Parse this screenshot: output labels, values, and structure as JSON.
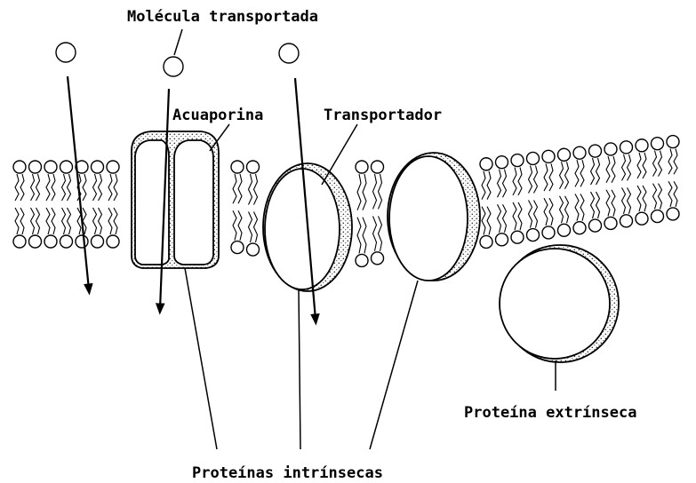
{
  "labels": {
    "molecule": "Molécula transportada",
    "aquaporin": "Acuaporina",
    "transporter": "Transportador",
    "extrinsic": "Proteína extrínseca",
    "intrinsic": "Proteínas intrínsecas"
  },
  "colors": {
    "ink": "#000000",
    "background": "#ffffff",
    "stipple": "#555555"
  }
}
